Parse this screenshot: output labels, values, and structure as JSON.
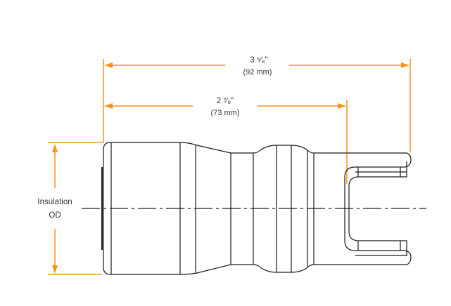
{
  "dimensions": {
    "overall": {
      "imperial": "3 ⁵⁄₈\"",
      "metric": "(92 mm)"
    },
    "insertion": {
      "imperial": "2 ⁷⁄₈\"",
      "metric": "(73 mm)"
    },
    "insulation": {
      "line1": "Insulation",
      "line2": "OD"
    }
  },
  "colors": {
    "dimension": "#f7931e",
    "outline": "#1a1a1a"
  }
}
